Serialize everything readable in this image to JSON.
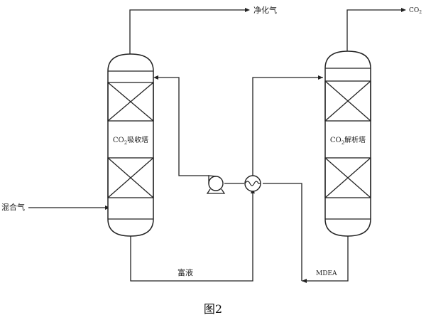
{
  "labels": {
    "purified_gas": "净化气",
    "co2_out": "CO",
    "co2_out_sub": "2",
    "absorber_pre": "CO",
    "absorber_sub": "2",
    "absorber_post": "吸收塔",
    "stripper_pre": "CO",
    "stripper_sub": "2",
    "stripper_post": "解析塔",
    "mixed_gas": "混合气",
    "rich_liquid": "富液",
    "lean_solvent": "MDEA",
    "figure_caption": "图2"
  },
  "icons": {
    "pump": "pump-icon",
    "heat_exchanger": "heat-exchanger-icon",
    "packing": "packing-bed-icon"
  }
}
